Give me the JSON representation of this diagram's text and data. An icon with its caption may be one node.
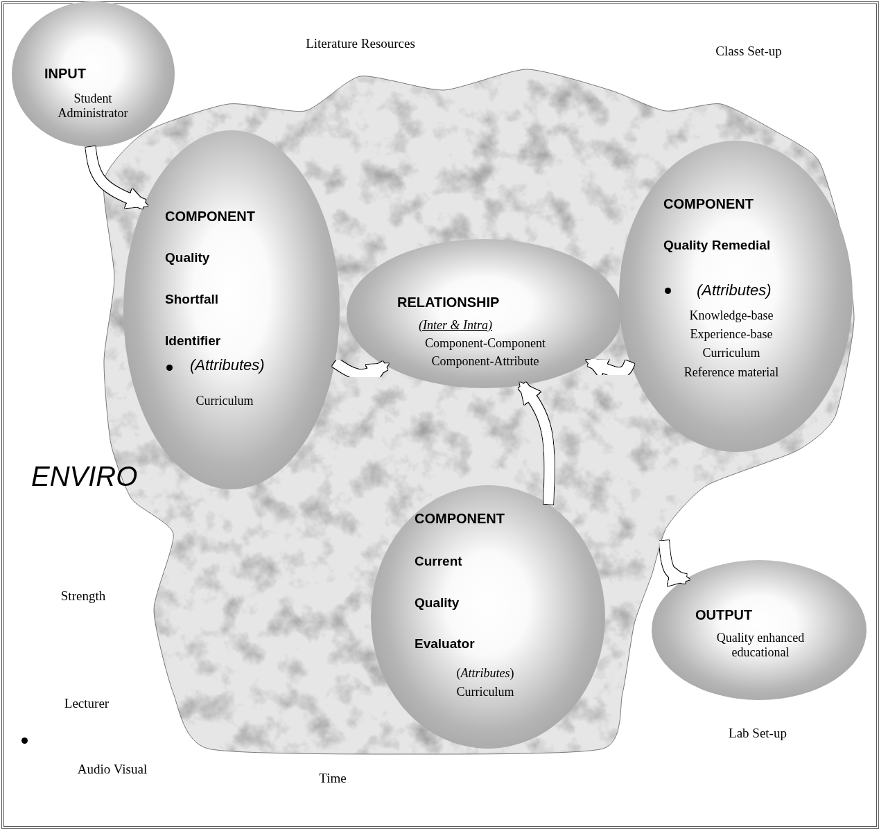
{
  "diagram": {
    "nodes": [
      {
        "text": [
          "INPUT",
          "Student Administrator"
        ]
      },
      {
        "text": [
          "COMPONENT",
          "Quality",
          "Shortfall",
          "Identifier",
          "(Attributes)",
          "Curriculum"
        ]
      },
      {
        "text": [
          "RELATIONSHIP",
          "(Inter & Intra)",
          "Component-Component",
          "Component-Attribute"
        ]
      },
      {
        "text": [
          "COMPONENT",
          "Quality Remedial",
          "(Attributes)",
          "Knowledge-base",
          "Experience-base",
          "Curriculum",
          "Reference material"
        ]
      },
      {
        "text": [
          "COMPONENT",
          "Current",
          "Quality",
          "Evaluator",
          "(*Attributes*)",
          "Curriculum"
        ]
      },
      {
        "text": [
          "OUTPUT",
          "Quality enhanced educational"
        ]
      }
    ],
    "edges": [
      {
        "from": 0,
        "to": 1,
        "arrow": "to"
      },
      {
        "from": 1,
        "to": 2,
        "arrow": "to"
      },
      {
        "from": 3,
        "to": 2,
        "arrow": "to"
      },
      {
        "from": 4,
        "to": 2,
        "arrow": "to"
      },
      {
        "from": null,
        "to": 5,
        "arrow": "to"
      }
    ],
    "labels": [
      "Literature Resources",
      "Class Set-up",
      "ENVIRO",
      "Strength",
      "Lecturer",
      "Audio Visual",
      "Time",
      "Lab Set-up"
    ]
  }
}
